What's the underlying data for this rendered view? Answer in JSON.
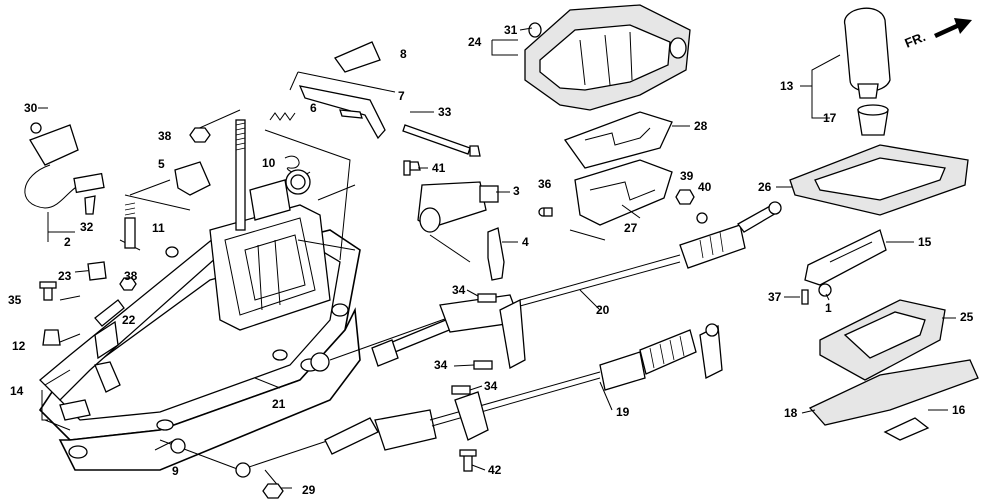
{
  "direction_label": "FR.",
  "part_labels": {
    "p1": "1",
    "p2": "2",
    "p3": "3",
    "p4": "4",
    "p5": "5",
    "p6": "6",
    "p7": "7",
    "p8": "8",
    "p9": "9",
    "p10": "10",
    "p11": "11",
    "p12": "12",
    "p13": "13",
    "p14": "14",
    "p15": "15",
    "p16": "16",
    "p17": "17",
    "p18": "18",
    "p19": "19",
    "p20": "20",
    "p21": "21",
    "p22": "22",
    "p23": "23",
    "p24": "24",
    "p25": "25",
    "p26": "26",
    "p27": "27",
    "p28": "28",
    "p29": "29",
    "p30": "30",
    "p31": "31",
    "p32": "32",
    "p33": "33",
    "p34a": "34",
    "p34b": "34",
    "p34c": "34",
    "p35": "35",
    "p36": "36",
    "p37": "37",
    "p38a": "38",
    "p38b": "38",
    "p39": "39",
    "p40": "40",
    "p41": "41",
    "p42": "42"
  }
}
